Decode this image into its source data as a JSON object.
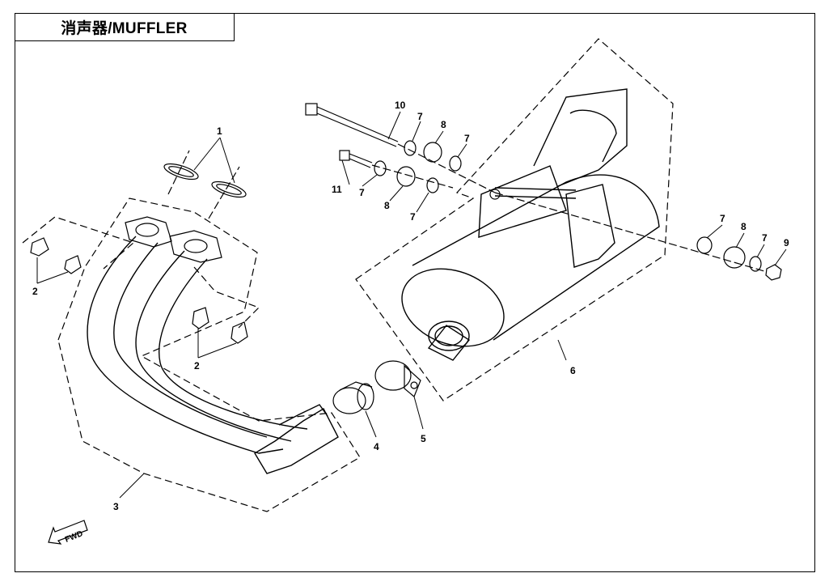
{
  "title": "消声器/MUFFLER",
  "callouts": {
    "c1": "1",
    "c2a": "2",
    "c2b": "2",
    "c3": "3",
    "c4": "4",
    "c5": "5",
    "c6": "6",
    "c7a": "7",
    "c7b": "7",
    "c7c": "7",
    "c7d": "7",
    "c7e": "7",
    "c7f": "7",
    "c8a": "8",
    "c8b": "8",
    "c8c": "8",
    "c9": "9",
    "c10": "10",
    "c11": "11"
  },
  "fwd_label": "FWD",
  "line_color": "#000000"
}
